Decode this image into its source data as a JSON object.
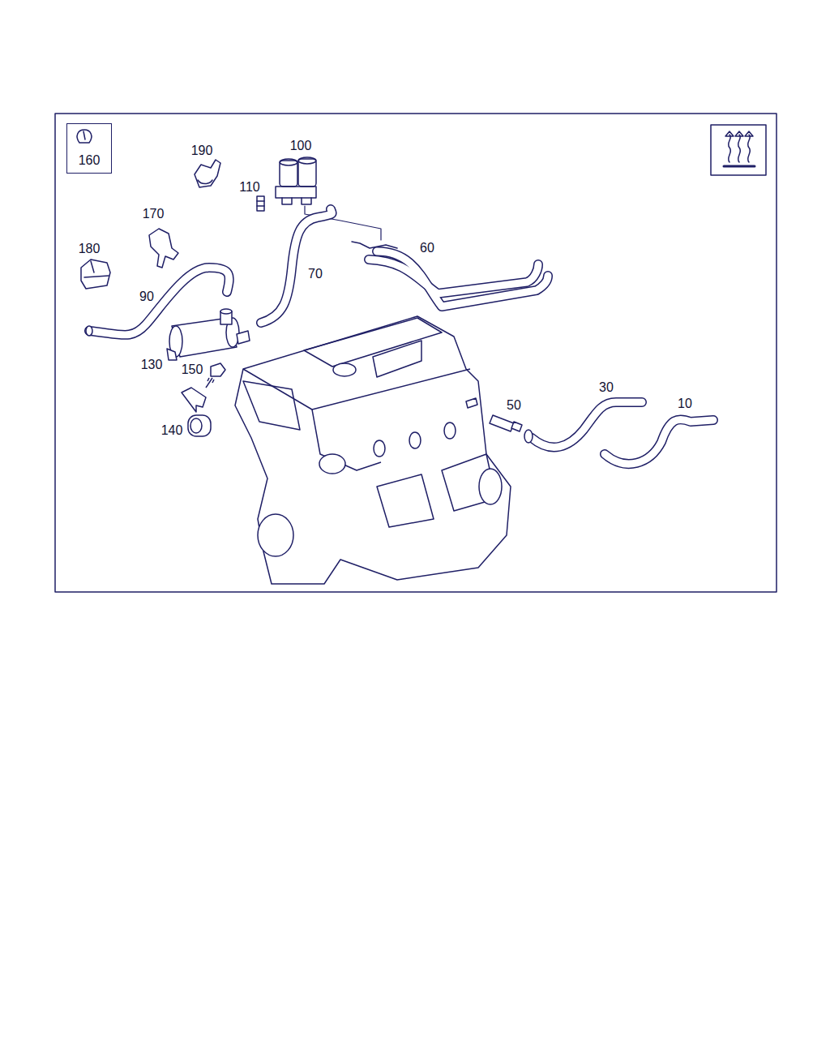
{
  "diagram": {
    "nodes": [
      {
        "text": [
          "160"
        ]
      }
    ],
    "labels": [
      "190",
      "100",
      "110",
      "170",
      "60",
      "180",
      "70",
      "90",
      "130",
      "150",
      "140",
      "50",
      "30",
      "10"
    ]
  }
}
